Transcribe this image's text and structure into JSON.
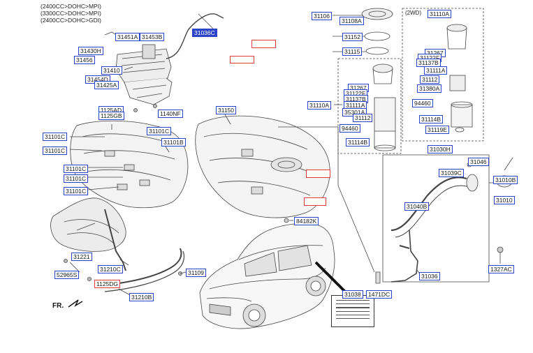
{
  "header_lines": [
    "(2400CC>DOHC>MPI)",
    "(3300CC>DOHC>MPI)",
    "(2400CC>DOHC>GDI)"
  ],
  "box_2wd_label": "(2WD)",
  "direction_label": "FR.",
  "parts": [
    {
      "id": "p31036c",
      "text": "31036C",
      "hl": true
    },
    {
      "id": "p31451a",
      "text": "31451A"
    },
    {
      "id": "p31453b",
      "text": "31453B"
    },
    {
      "id": "p31430h",
      "text": "31430H"
    },
    {
      "id": "p31456",
      "text": "31456"
    },
    {
      "id": "p31410",
      "text": "31410"
    },
    {
      "id": "p31454d",
      "text": "31454D"
    },
    {
      "id": "p31425a",
      "text": "31425A"
    },
    {
      "id": "p1125ad",
      "text": "1125AD"
    },
    {
      "id": "p1125gb",
      "text": "1125GB"
    },
    {
      "id": "p1140nf",
      "text": "1140NF"
    },
    {
      "id": "p31150",
      "text": "31150"
    },
    {
      "id": "p31101c_1",
      "text": "31101C"
    },
    {
      "id": "p31101c_2",
      "text": "31101C"
    },
    {
      "id": "p31101c_3",
      "text": "31101C"
    },
    {
      "id": "p31101b",
      "text": "31101B"
    },
    {
      "id": "p31101c_4",
      "text": "31101C"
    },
    {
      "id": "p31101c_5",
      "text": "31101C"
    },
    {
      "id": "p31101c_6",
      "text": "31101C"
    },
    {
      "id": "p31221",
      "text": "31221"
    },
    {
      "id": "p52965s",
      "text": "52965S"
    },
    {
      "id": "p31210c",
      "text": "31210C"
    },
    {
      "id": "p1125dg",
      "text": "1125DG"
    },
    {
      "id": "p31210b",
      "text": "31210B"
    },
    {
      "id": "p31109",
      "text": "31109"
    },
    {
      "id": "p84182k",
      "text": "84182K"
    },
    {
      "id": "p31106",
      "text": "31106"
    },
    {
      "id": "p31108a",
      "text": "31108A"
    },
    {
      "id": "p31152",
      "text": "31152"
    },
    {
      "id": "p31115",
      "text": "31115"
    },
    {
      "id": "p31110a_main",
      "text": "31110A"
    },
    {
      "id": "p31267",
      "text": "31267"
    },
    {
      "id": "p31122f",
      "text": "31122F"
    },
    {
      "id": "p31137b",
      "text": "31137B"
    },
    {
      "id": "p31111a",
      "text": "31111A"
    },
    {
      "id": "p35301a",
      "text": "35301A"
    },
    {
      "id": "p31112",
      "text": "31112"
    },
    {
      "id": "p94460",
      "text": "94460"
    },
    {
      "id": "p31114b",
      "text": "31114B"
    },
    {
      "id": "p31110a_2wd",
      "text": "31110A"
    },
    {
      "id": "p31267_2",
      "text": "31267"
    },
    {
      "id": "p31122f_2",
      "text": "31122F"
    },
    {
      "id": "p31137b_2",
      "text": "31137B"
    },
    {
      "id": "p31111a_2",
      "text": "31111A"
    },
    {
      "id": "p31112_2",
      "text": "31112"
    },
    {
      "id": "p31380a",
      "text": "31380A"
    },
    {
      "id": "p94460_2",
      "text": "94460"
    },
    {
      "id": "p31114b_2",
      "text": "31114B"
    },
    {
      "id": "p31119e",
      "text": "31119E"
    },
    {
      "id": "p31030h",
      "text": "31030H"
    },
    {
      "id": "p31046",
      "text": "31046"
    },
    {
      "id": "p31039c",
      "text": "31039C"
    },
    {
      "id": "p31010b",
      "text": "31010B"
    },
    {
      "id": "p31010",
      "text": "31010"
    },
    {
      "id": "p31040b",
      "text": "31040B"
    },
    {
      "id": "p1327ac",
      "text": "1327AC"
    },
    {
      "id": "p31036",
      "text": "31036"
    },
    {
      "id": "p31038",
      "text": "31038"
    },
    {
      "id": "p1471dc",
      "text": "1471DC"
    }
  ],
  "red_labels": [
    {
      "id": "r_1125dg",
      "text": "1125DG"
    }
  ],
  "colors": {
    "label_border": "#2b43c9",
    "highlight": "#2b43c9",
    "red_outline": "#e23b3b",
    "line": "#555555"
  }
}
